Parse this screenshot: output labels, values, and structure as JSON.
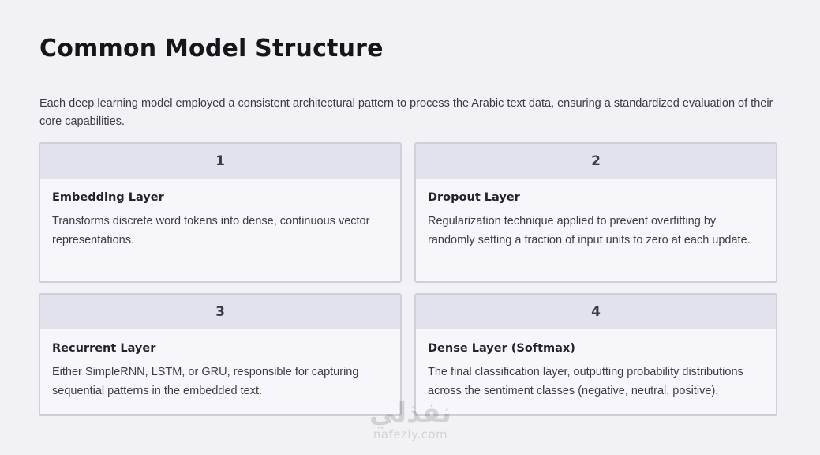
{
  "title": "Common Model Structure",
  "intro": "Each deep learning model employed a consistent architectural pattern to process the Arabic text data, ensuring a standardized evaluation of their core capabilities.",
  "cards": [
    {
      "number": "1",
      "title": "Embedding Layer",
      "description": "Transforms discrete word tokens into dense, continuous vector representations."
    },
    {
      "number": "2",
      "title": "Dropout Layer",
      "description": "Regularization technique applied to prevent overfitting by randomly setting a fraction of input units to zero at each update."
    },
    {
      "number": "3",
      "title": "Recurrent Layer",
      "description": "Either SimpleRNN, LSTM, or GRU, responsible for capturing sequential patterns in the embedded text."
    },
    {
      "number": "4",
      "title": "Dense Layer (Softmax)",
      "description": "The final classification layer, outputting probability distributions across the sentiment classes (negative, neutral, positive)."
    }
  ],
  "watermark": {
    "logo_text": "نفذلي",
    "text": "nafezly.com"
  }
}
